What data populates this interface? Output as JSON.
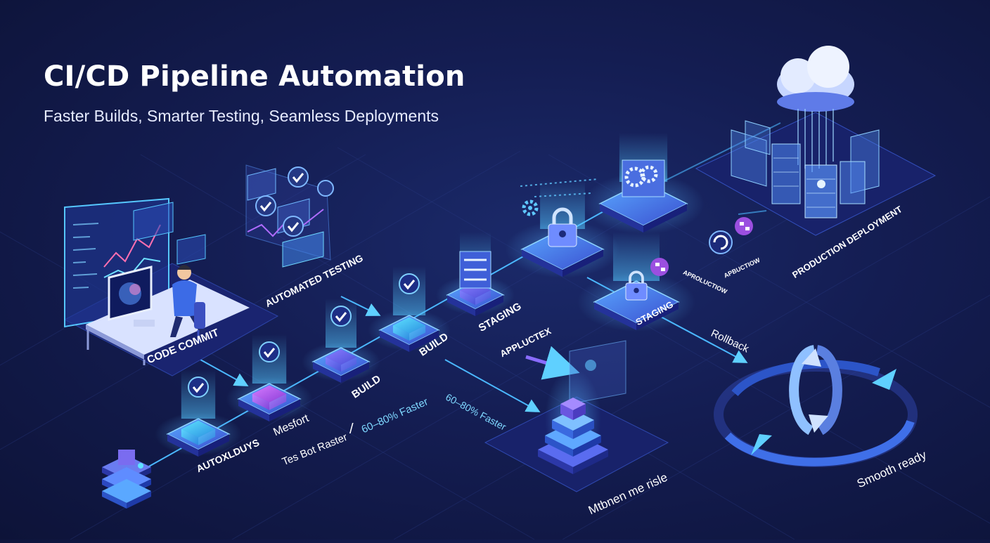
{
  "header": {
    "title": "CI/CD Pipeline Automation",
    "subtitle": "Faster Builds, Smarter Testing, Seamless Deployments"
  },
  "labels": {
    "code_commit": "CODE COMMIT",
    "automated_testing": "AUTOMATED TESTING",
    "build_1": "BUILD",
    "build_2": "BUILD",
    "staging_1": "STAGING",
    "staging_2": "STAGING",
    "applictex": "APPLUCTEX",
    "production_deployment": "PRODUCTION DEPLOYMENT",
    "pipeline_tag": "AUTOXLDUYS",
    "mesfort": "Mesfort",
    "aproluctiow": "APROLUCTIOW",
    "apbuctiow": "APBUCTIOW",
    "rollback": "Rollback",
    "faster_1": "Tes Bot Raster",
    "faster_2": "60–80% Faster",
    "faster_3": "60–80% Faster",
    "monitoring": "Mtbnen me risle",
    "smooth_ready": "Smooth ready"
  },
  "colors": {
    "background": "#141d52",
    "accent_cyan": "#3fc8f5",
    "accent_blue": "#4b74f0",
    "accent_purple": "#9b4fe0",
    "tile_top": "#3b5bd4"
  }
}
